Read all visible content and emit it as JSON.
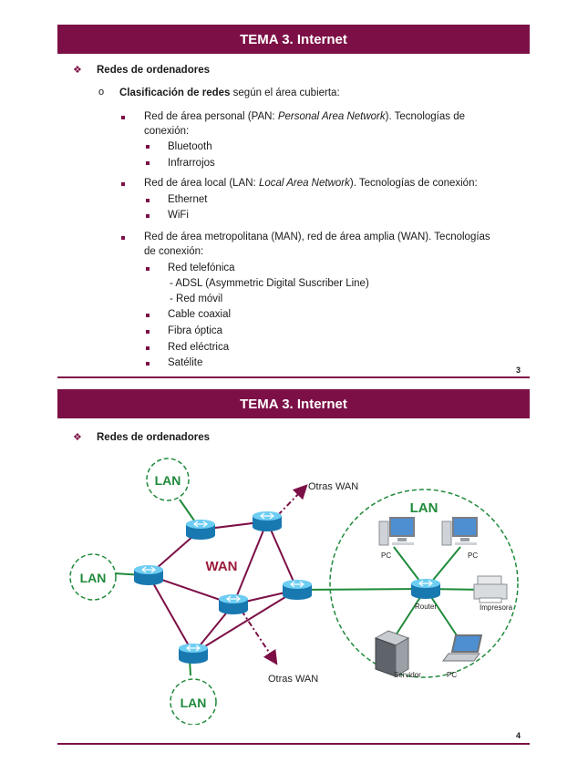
{
  "slide1": {
    "title": "TEMA 3. Internet",
    "section": "Redes de ordenadores",
    "classification_bold": "Clasificación de redes",
    "classification_rest": " según el área cubierta:",
    "pan_line1_a": "Red de área personal (PAN: ",
    "pan_line1_italic": "Personal Area Network",
    "pan_line1_b": "). Tecnologías de",
    "pan_line2": "conexión:",
    "pan_items": [
      "Bluetooth",
      "Infrarrojos"
    ],
    "lan_line_a": "Red de área local (LAN: ",
    "lan_line_italic": "Local Area Network",
    "lan_line_b": "). Tecnologías de conexión:",
    "lan_items": [
      "Ethernet",
      "WiFi"
    ],
    "man_line1": "Red de área metropolitana (MAN), red de área amplia (WAN). Tecnologías",
    "man_line2": "de conexión:",
    "man_item_phone": "Red telefónica",
    "man_sub1": "- ADSL (Asymmetric Digital Suscriber Line)",
    "man_sub2": "- Red móvil",
    "man_items": [
      "Cable coaxial",
      "Fibra óptica",
      "Red eléctrica",
      "Satélite"
    ],
    "page": "3"
  },
  "slide2": {
    "title": "TEMA 3. Internet",
    "section": "Redes de ordenadores",
    "page": "4",
    "diagram": {
      "lan_left_top": "LAN",
      "lan_left_mid": "LAN",
      "lan_left_bottom": "LAN",
      "wan": "WAN",
      "otras_wan_top": "Otras WAN",
      "otras_wan_bottom": "Otras WAN",
      "lan_big": "LAN",
      "pc1": "PC",
      "pc2": "PC",
      "router": "Router",
      "impresora": "Impresora",
      "servidor": "Servidor",
      "pc3": "PC"
    }
  },
  "colors": {
    "header_bg": "#7c1046",
    "lan_green": "#1f8a3a",
    "wan_red": "#9b1b3c",
    "link": "#7c1046",
    "router_blue": "#1f8fc9"
  }
}
